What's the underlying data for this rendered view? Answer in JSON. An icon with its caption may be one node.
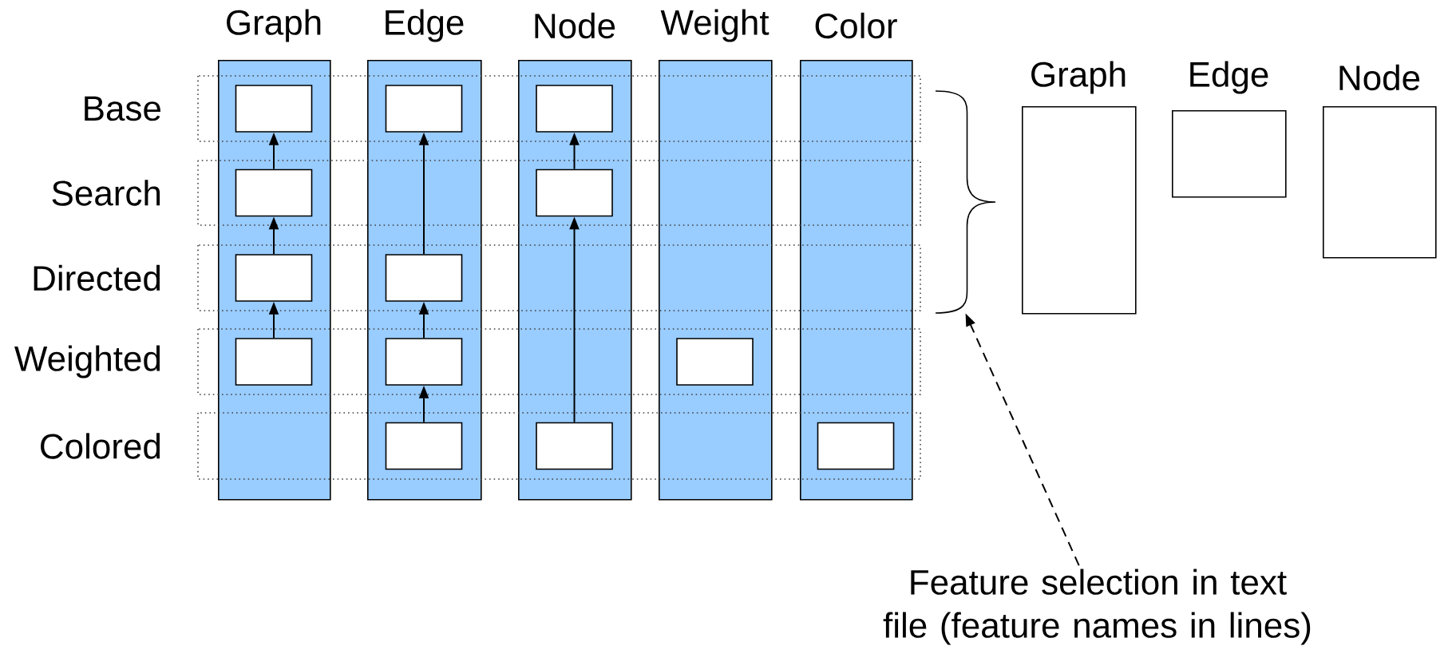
{
  "diagram": {
    "nodes": [
      {
        "text": [
          "Graph"
        ]
      },
      {
        "text": [
          "Edge"
        ]
      },
      {
        "text": [
          "Node"
        ]
      },
      {
        "text": [
          "Weight"
        ]
      },
      {
        "text": [
          "Color"
        ]
      },
      {
        "text": [],
        "shape": "box",
        "in": 0
      },
      {
        "text": [],
        "shape": "box",
        "in": 0
      },
      {
        "text": [],
        "shape": "box",
        "in": 0
      },
      {
        "text": [],
        "shape": "box",
        "in": 0
      },
      {
        "text": [],
        "shape": "box",
        "in": 1
      },
      {
        "text": [],
        "shape": "box",
        "in": 1
      },
      {
        "text": [],
        "shape": "box",
        "in": 1
      },
      {
        "text": [],
        "shape": "box",
        "in": 1
      },
      {
        "text": [],
        "shape": "box",
        "in": 2
      },
      {
        "text": [],
        "shape": "box",
        "in": 2
      },
      {
        "text": [],
        "shape": "box",
        "in": 2
      },
      {
        "text": [],
        "shape": "box",
        "in": 3
      },
      {
        "text": [],
        "shape": "box",
        "in": 4
      },
      {
        "text": [],
        "shape": "brace"
      },
      {
        "text": [
          "Graph"
        ]
      },
      {
        "text": [
          "Edge"
        ]
      },
      {
        "text": [
          "Node"
        ]
      },
      {
        "text": [
          "Feature selection in text file (feature names in lines)"
        ]
      }
    ],
    "edges": [
      {
        "from": 6,
        "to": 5,
        "arrow": "to"
      },
      {
        "from": 7,
        "to": 6,
        "arrow": "to"
      },
      {
        "from": 8,
        "to": 7,
        "arrow": "to"
      },
      {
        "from": 10,
        "to": 9,
        "arrow": "to"
      },
      {
        "from": 11,
        "to": 10,
        "arrow": "to"
      },
      {
        "from": 12,
        "to": 11,
        "arrow": "to"
      },
      {
        "from": 14,
        "to": 13,
        "arrow": "to"
      },
      {
        "from": 15,
        "to": 14,
        "arrow": "to"
      },
      {
        "from": 22,
        "to": 18,
        "arrow": "to",
        "style": "dashed"
      }
    ],
    "labels": [
      "Base",
      "Search",
      "Directed",
      "Weighted",
      "Colored"
    ]
  }
}
